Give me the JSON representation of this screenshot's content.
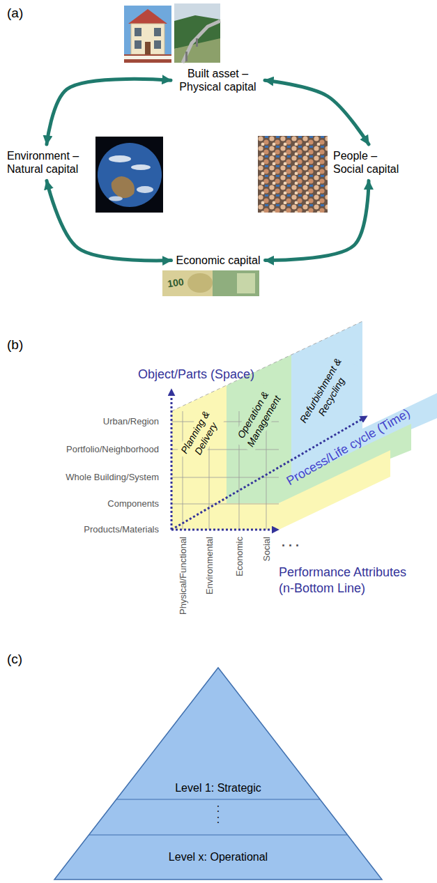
{
  "diagram": {
    "nodes": [
      {
        "text": [
          "Built asset – Physical capital"
        ]
      },
      {
        "text": [
          "Environment – Natural capital"
        ]
      },
      {
        "text": [
          "People – Social capital"
        ]
      },
      {
        "text": [
          "Economic capital"
        ]
      }
    ],
    "edges": [
      {
        "from": 0,
        "to": 2,
        "arrow": "both"
      },
      {
        "from": 2,
        "to": 3,
        "arrow": "both"
      },
      {
        "from": 3,
        "to": 1,
        "arrow": "both"
      },
      {
        "from": 1,
        "to": 0,
        "arrow": "both"
      }
    ],
    "labels": [
      "(a)",
      "100",
      "(b)",
      "Object/Parts (Space)",
      "Urban/Region",
      "Portfolio/Neighborhood",
      "Whole Building/System",
      "Components",
      "Products/Materials",
      "Planning & Delivery",
      "Operation & Management",
      "Refurbishment & Recycling",
      "Process/Life cycle (Time)",
      "Physical/Functional",
      "Environmental",
      "Economic",
      "Social",
      ". . .",
      "Performance Attributes (n-Bottom Line)",
      "(c)",
      "Level 1: Strategic",
      ":",
      ":",
      "Level x: Operational"
    ]
  }
}
